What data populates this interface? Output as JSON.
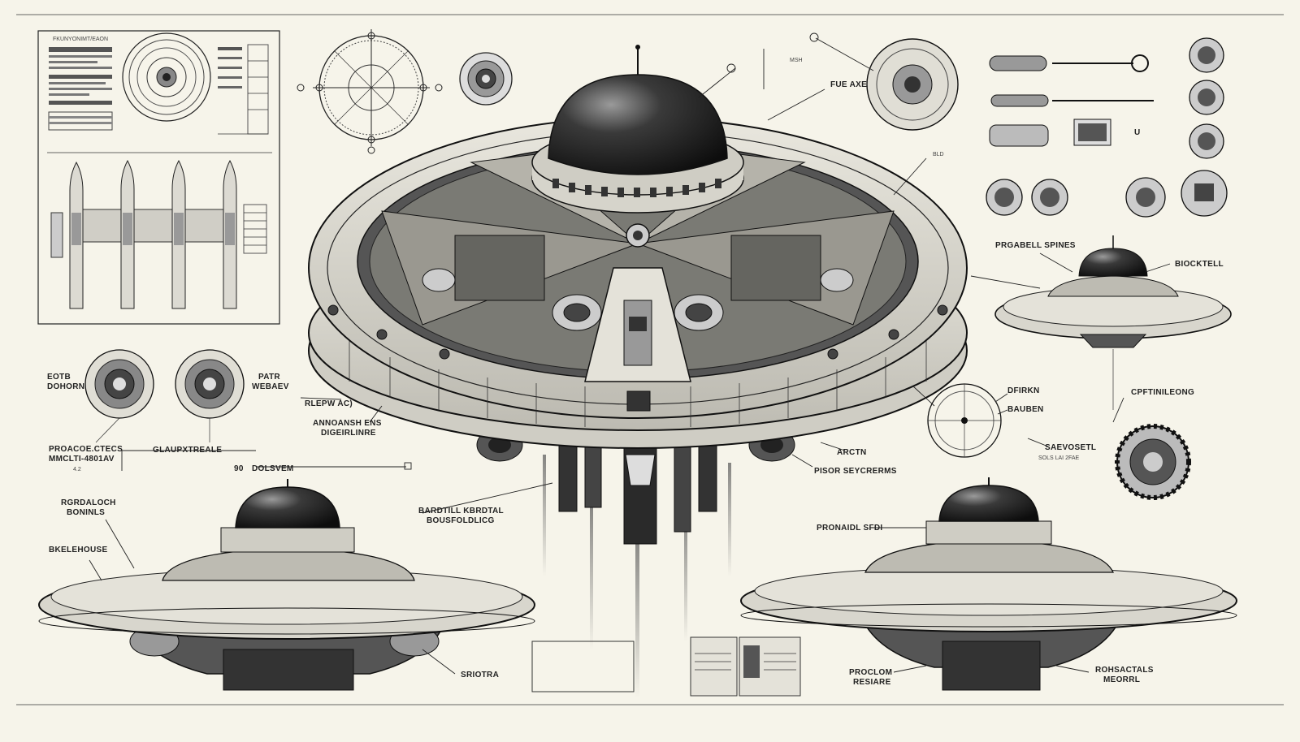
{
  "inset": {
    "title": "FKUNYONIMT/EAON"
  },
  "labels": {
    "bld": "BLD",
    "fue_axe": "FUE AXE",
    "msh": "MSH",
    "eotb": "EOTB",
    "dohorn": "DOHORN",
    "patr": "PATR",
    "webaev": "WEBAEV",
    "proacoe_line1": "PROACOE.CTECS",
    "proacoe_line2": "MMCLTI-4801AV",
    "proacoe_line3": "4.2",
    "glaupxtreale": "GLAUPXTREALE",
    "dolsvem_num": "90",
    "dolsvem": "DOLSVEM",
    "rlepw": "RLEPW AC)",
    "annoansh_line1": "ANNOANSH ENS",
    "annoansh_line2": "DIGEIRLINRE",
    "bardtill_line1": "BARDTILL KBRDTAL",
    "bardtill_line2": "BOUSFOLDLICG",
    "arctn": "ARCTN",
    "pisor": "PISOR SEYCRERMS",
    "prgabell": "PRGABELL SPINES",
    "biocktell": "BIOCKTELL",
    "dfirkn": "DFIRKN",
    "bauben": "BAUBEN",
    "saevosetl": "SAEVOSETL",
    "saevosetl_sub": "SOLS LAI 2FAE",
    "cpftinileong": "CPFTINILEONG",
    "rgrdalogh_line1": "RGRDALOCH",
    "rgrdalogh_line2": "BONINLS",
    "bkelehouse": "BKELEHOUSE",
    "sriotra": "SRIOTRA",
    "pronaidl": "PRONAIDL SFDI",
    "proclom_line1": "PROCLOM",
    "proclom_line2": "RESIARE",
    "rohsactals_line1": "ROHSACTALS",
    "rohsactals_line2": "MEORRL",
    "u": "U"
  },
  "icons": {
    "main_saucer": "saucer-perspective-icon",
    "side_saucer": "saucer-side-icon",
    "rocket": "rocket-icon",
    "wheel": "wheel-gauge-icon",
    "compass": "compass-rose-icon",
    "capsule": "capsule-pod-icon",
    "gear": "gear-icon"
  },
  "colors": {
    "paper": "#f6f4ea",
    "ink": "#1a1a1a",
    "dome": "#2b2b2b"
  }
}
